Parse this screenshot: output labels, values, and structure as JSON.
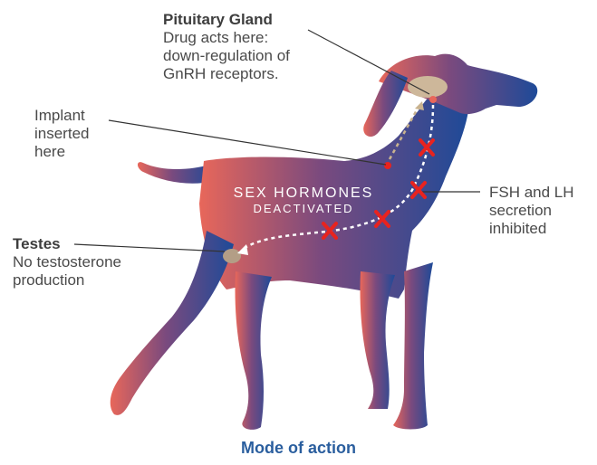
{
  "labels": {
    "pituitary_title": "Pituitary Gland",
    "pituitary_desc": [
      "Drug acts here:",
      "down-regulation of",
      "GnRH receptors."
    ],
    "implant": [
      "Implant",
      "inserted",
      "here"
    ],
    "testes_title": "Testes",
    "testes_desc": [
      "No testosterone",
      "production"
    ],
    "fsh": [
      "FSH and LH",
      "secretion",
      "inhibited"
    ],
    "hormones_line1": "SEX HORMONES",
    "hormones_line2": "DEACTIVATED"
  },
  "caption": "Mode of action",
  "colors": {
    "gradient_left": "#e8675a",
    "gradient_mid": "#7a4a7e",
    "gradient_right": "#1e4a98",
    "cross": "#e8231f",
    "caption": "#2a5e9e",
    "gland": "#cdb79a",
    "arrow": "#c9b38f"
  }
}
